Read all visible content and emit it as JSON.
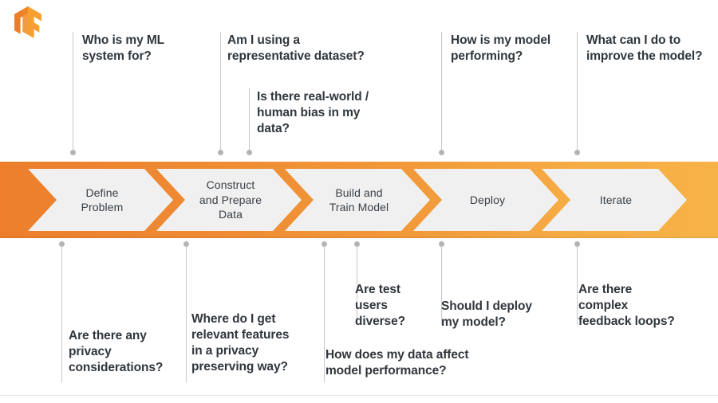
{
  "brand": {
    "logo_name": "tensorflow-logo",
    "accent_dark": "#ec7e2c",
    "accent_light": "#f7b248"
  },
  "pipeline": {
    "band_color_start": "#ec7e2c",
    "band_color_end": "#f7b248",
    "step_fill": "#f0f0f0",
    "steps": [
      {
        "label": "Define\nProblem"
      },
      {
        "label": "Construct\nand Prepare\nData"
      },
      {
        "label": "Build and\nTrain Model"
      },
      {
        "label": "Deploy"
      },
      {
        "label": "Iterate"
      }
    ]
  },
  "questions_above": [
    {
      "text": "Who is my ML\nsystem for?"
    },
    {
      "text": "Am I using a\nrepresentative dataset?"
    },
    {
      "text": "Is there real-world /\nhuman bias in my\ndata?"
    },
    {
      "text": "How is my model\nperforming?"
    },
    {
      "text": "What can I do to\nimprove the model?"
    }
  ],
  "questions_below": [
    {
      "text": "Are there any\nprivacy\nconsiderations?"
    },
    {
      "text": "Where do I get\nrelevant features\nin a privacy\npreserving way?"
    },
    {
      "text": "Are test\nusers\ndiverse?"
    },
    {
      "text": "How does my data affect\nmodel performance?"
    },
    {
      "text": "Should I deploy\nmy model?"
    },
    {
      "text": "Are there\ncomplex\nfeedback loops?"
    }
  ]
}
